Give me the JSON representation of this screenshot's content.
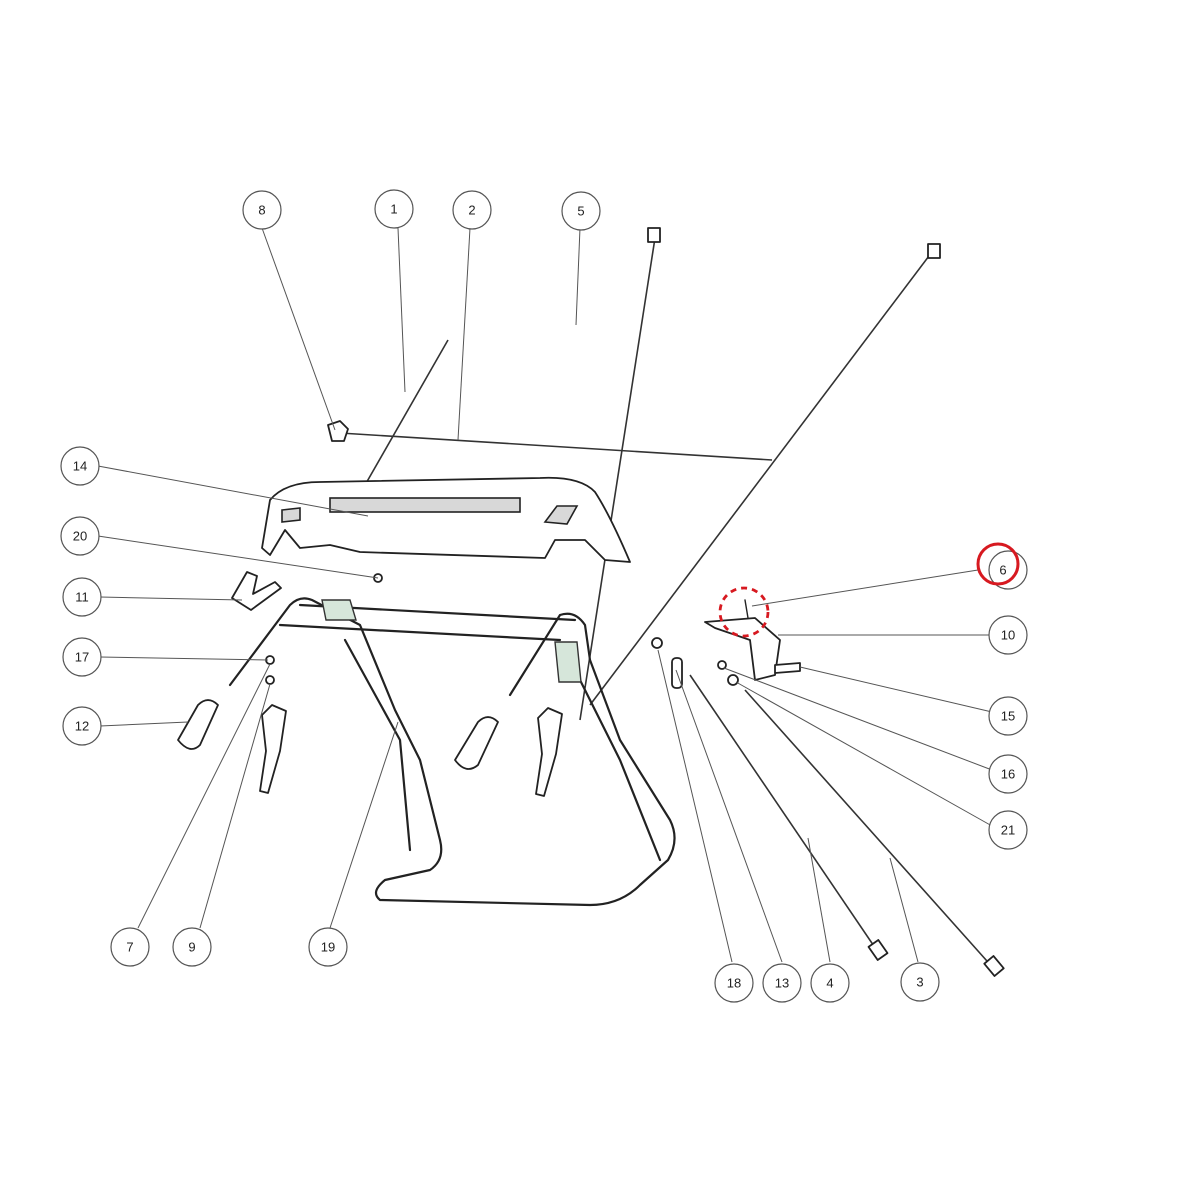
{
  "callouts": [
    {
      "id": "c8",
      "label": "8"
    },
    {
      "id": "c1",
      "label": "1"
    },
    {
      "id": "c2",
      "label": "2"
    },
    {
      "id": "c5",
      "label": "5"
    },
    {
      "id": "c14",
      "label": "14"
    },
    {
      "id": "c20",
      "label": "20"
    },
    {
      "id": "c11",
      "label": "11"
    },
    {
      "id": "c17",
      "label": "17"
    },
    {
      "id": "c12",
      "label": "12"
    },
    {
      "id": "c6",
      "label": "6"
    },
    {
      "id": "c10",
      "label": "10"
    },
    {
      "id": "c15",
      "label": "15"
    },
    {
      "id": "c16",
      "label": "16"
    },
    {
      "id": "c21",
      "label": "21"
    },
    {
      "id": "c7",
      "label": "7"
    },
    {
      "id": "c9",
      "label": "9"
    },
    {
      "id": "c19",
      "label": "19"
    },
    {
      "id": "c18",
      "label": "18"
    },
    {
      "id": "c13",
      "label": "13"
    },
    {
      "id": "c4",
      "label": "4"
    },
    {
      "id": "c3",
      "label": "3"
    }
  ],
  "highlight": {
    "target_label": "6",
    "color": "#d71920"
  }
}
